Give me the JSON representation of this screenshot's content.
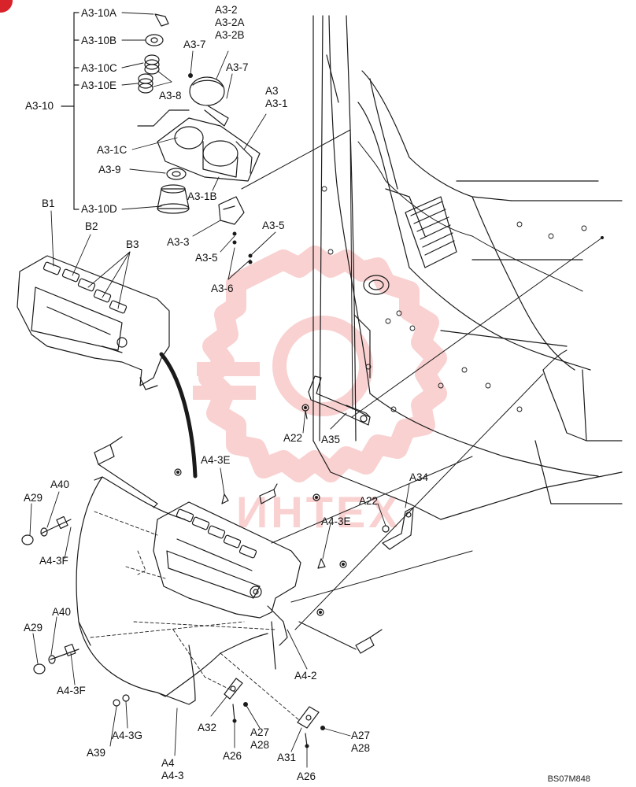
{
  "page_tag": "",
  "drawing_ref": "BS07M848",
  "watermark_text": "ИНТЕХ",
  "colors": {
    "watermark": "#f29a9a",
    "line": "#1a1a1a",
    "page_tag": "#d8232a"
  },
  "callouts": {
    "a3_10a": "A3-10A",
    "a3_10b": "A3-10B",
    "a3_10c": "A3-10C",
    "a3_10e": "A3-10E",
    "a3_10": "A3-10",
    "a3_10d": "A3-10D",
    "a3_1c": "A3-1C",
    "a3_9": "A3-9",
    "a3_8": "A3-8",
    "a3_7_left": "A3-7",
    "a3_7_right": "A3-7",
    "a3_2": "A3-2",
    "a3_2a": "A3-2A",
    "a3_2b": "A3-2B",
    "a3": "A3",
    "a3_1": "A3-1",
    "a3_1b": "A3-1B",
    "a3_3": "A3-3",
    "a3_5_upper": "A3-5",
    "a3_5_lower": "A3-5",
    "a3_6": "A3-6",
    "b1": "B1",
    "b2": "B2",
    "b3": "B3",
    "a22_upper": "A22",
    "a35": "A35",
    "a4_3e_upper": "A4-3E",
    "a34": "A34",
    "a22_lower": "A22",
    "a4_3e_lower": "A4-3E",
    "a29_upper": "A29",
    "a40_upper": "A40",
    "a4_3f_upper": "A4-3F",
    "a40_lower": "A40",
    "a29_lower": "A29",
    "a4_3f_lower": "A4-3F",
    "a4_2": "A4-2",
    "a39": "A39",
    "a4_3g": "A4-3G",
    "a32": "A32",
    "a26_left": "A26",
    "a27_left": "A27",
    "a28_left": "A28",
    "a4": "A4",
    "a4_3": "A4-3",
    "a31": "A31",
    "a26_right": "A26",
    "a27_right": "A27",
    "a28_right": "A28"
  }
}
